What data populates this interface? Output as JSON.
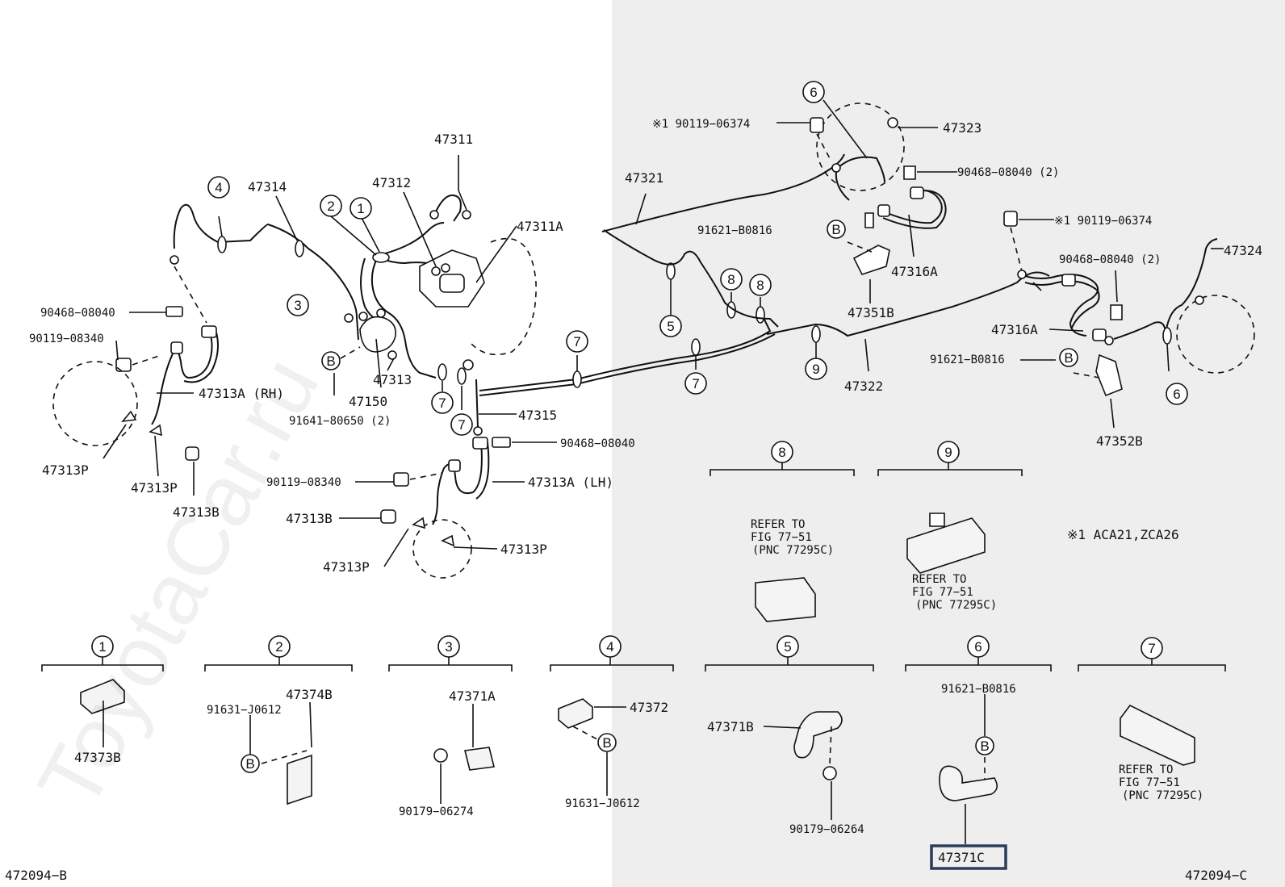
{
  "watermark": "ToyotaCar.ru",
  "note": "※1 ACA21,ZCA26",
  "codes": {
    "left": "472094−B",
    "right": "472094−C"
  },
  "highlight": "47371C",
  "labels": {
    "p47311": "47311",
    "p47314": "47314",
    "p47312": "47312",
    "p47311A": "47311A",
    "p90468a": "90468−08040",
    "p90119a": "90119−08340",
    "p47313A_RH": "47313A (RH)",
    "p47313P_a": "47313P",
    "p47313P_b": "47313P",
    "p47313B_a": "47313B",
    "p47313": "47313",
    "p47150": "47150",
    "p91641": "91641−80650 (2)",
    "p47315": "47315",
    "p90468b": "90468−08040",
    "p90119b": "90119−08340",
    "p47313A_LH": "47313A (LH)",
    "p47313B_b": "47313B",
    "p47313P_c": "47313P",
    "p47313P_d": "47313P",
    "p90119c": "※1 90119−06374",
    "p47323": "47323",
    "p47321": "47321",
    "p90468c": "90468−08040 (2)",
    "p91621a": "91621−B0816",
    "p47316A_a": "47316A",
    "p47351B": "47351B",
    "p90119d": "※1 90119−06374",
    "p90468d": "90468−08040 (2)",
    "p47324": "47324",
    "p47316A_b": "47316A",
    "p91621b": "91621−B0816",
    "p47322": "47322",
    "p47352B": "47352B",
    "p47373B": "47373B",
    "p91631a": "91631−J0612",
    "p47374B": "47374B",
    "p47371A": "47371A",
    "p90179a": "90179−06274",
    "p47372": "47372",
    "p91631b": "91631−J0612",
    "p47371B": "47371B",
    "p90179b": "90179−06264",
    "p91621c": "91621−B0816",
    "refer8": [
      "REFER TO",
      "FIG 77−51",
      "(PNC 77295C)"
    ],
    "refer9": [
      "REFER TO",
      "FIG 77−51",
      "(PNC 77295C)"
    ],
    "refer7": [
      "REFER TO",
      "FIG 77−51",
      "(PNC 77295C)"
    ]
  },
  "callouts": [
    "1",
    "2",
    "3",
    "4",
    "5",
    "6",
    "7",
    "8",
    "9",
    "B"
  ]
}
